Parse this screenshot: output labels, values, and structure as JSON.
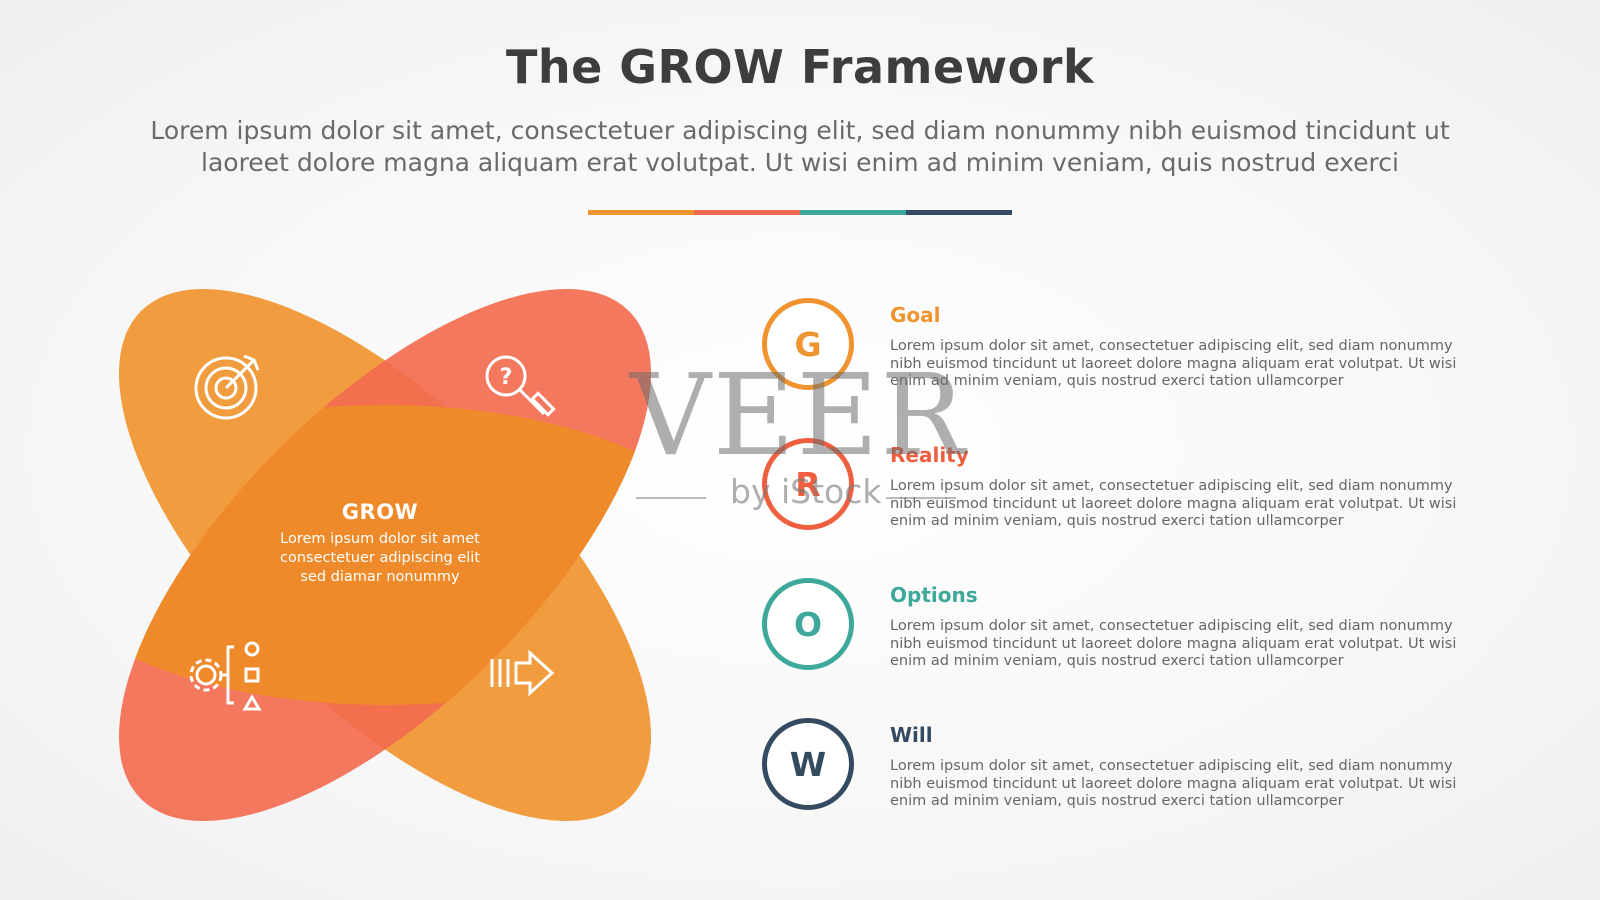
{
  "header": {
    "title": "The GROW Framework",
    "subtitle_lines": [
      "Lorem ipsum dolor sit amet, consectetuer adipiscing elit, sed diam nonummy nibh euismod tincidunt ut",
      "laoreet dolore magna aliquam erat volutpat. Ut wisi enim ad minim veniam, quis nostrud exerci"
    ],
    "divider_colors": [
      "#F0942F",
      "#EF6A4E",
      "#3EA99A",
      "#344A60"
    ]
  },
  "diagram": {
    "center": {
      "title": "GROW",
      "lines": [
        "Lorem ipsum dolor sit amet",
        "consectetuer adipiscing elit",
        "sed diamar nonummy"
      ]
    },
    "petals": [
      {
        "icon": "target-icon",
        "color": "#F0942F"
      },
      {
        "icon": "question-magnifier-icon",
        "color": "#F36C4F"
      },
      {
        "icon": "gear-shapes-icon",
        "color": "#F36C4F"
      },
      {
        "icon": "arrow-right-icon",
        "color": "#F0942F"
      }
    ],
    "overlap_color": "#EE8A2A"
  },
  "steps": [
    {
      "letter": "G",
      "heading": "Goal",
      "color": "#F0942F",
      "text_lines": [
        "Lorem ipsum dolor sit amet, consectetuer adipiscing elit, sed diam nonummy",
        "nibh euismod tincidunt ut laoreet dolore magna aliquam erat volutpat. Ut wisi",
        "enim ad minim veniam, quis nostrud exerci tation ullamcorper"
      ]
    },
    {
      "letter": "R",
      "heading": "Reality",
      "color": "#EF5E3F",
      "text_lines": [
        "Lorem ipsum dolor sit amet, consectetuer adipiscing elit, sed diam nonummy",
        "nibh euismod tincidunt ut laoreet dolore magna aliquam erat volutpat. Ut wisi",
        "enim ad minim veniam, quis nostrud exerci tation ullamcorper"
      ]
    },
    {
      "letter": "O",
      "heading": "Options",
      "color": "#3EA99A",
      "text_lines": [
        "Lorem ipsum dolor sit amet, consectetuer adipiscing elit, sed diam nonummy",
        "nibh euismod tincidunt ut laoreet dolore magna aliquam erat volutpat. Ut wisi",
        "enim ad minim veniam, quis nostrud exerci tation ullamcorper"
      ]
    },
    {
      "letter": "W",
      "heading": "Will",
      "color": "#344A60",
      "text_lines": [
        "Lorem ipsum dolor sit amet, consectetuer adipiscing elit, sed diam nonummy",
        "nibh euismod tincidunt ut laoreet dolore magna aliquam erat volutpat. Ut wisi",
        "enim ad minim veniam, quis nostrud exerci tation ullamcorper"
      ]
    }
  ],
  "watermark": {
    "main": "VEER",
    "sub": "by iStock"
  }
}
